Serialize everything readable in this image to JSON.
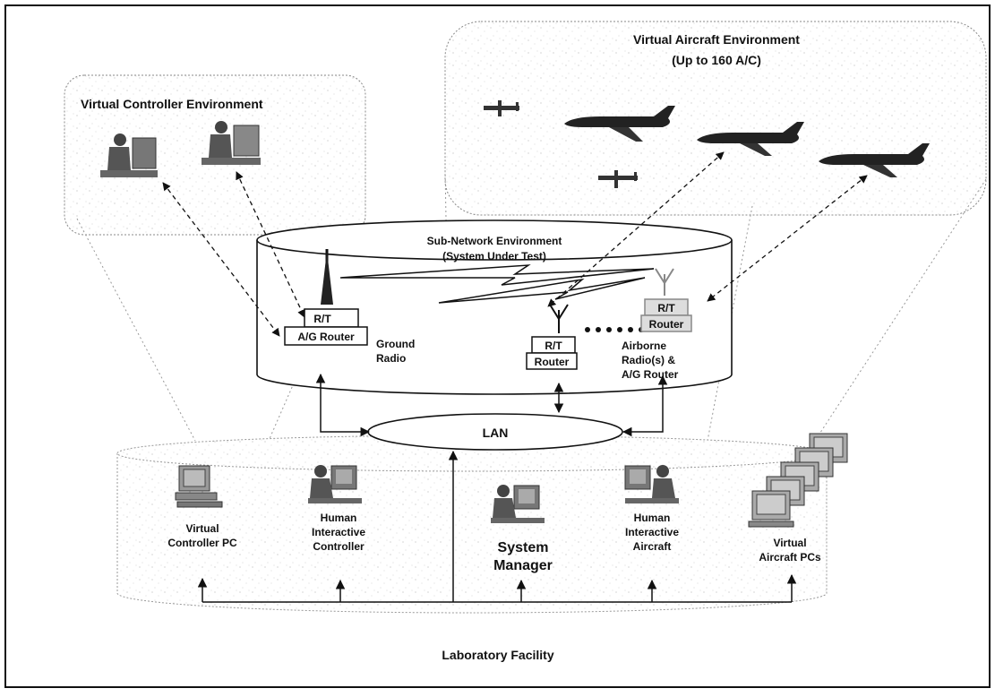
{
  "virtual_controller_env": {
    "title": "Virtual Controller Environment"
  },
  "virtual_aircraft_env": {
    "title": "Virtual Aircraft Environment",
    "subtitle": "(Up to 160 A/C)"
  },
  "subnetwork_env": {
    "title": "Sub-Network Environment",
    "subtitle": "(System Under Test)"
  },
  "ground_radio": {
    "rt": "R/T",
    "router": "A/G Router",
    "label_line1": "Ground",
    "label_line2": "Radio"
  },
  "airborne_radio_1": {
    "rt": "R/T",
    "router": "Router"
  },
  "airborne_radio_2": {
    "rt": "R/T",
    "router": "Router"
  },
  "airborne_label": {
    "line1": "Airborne",
    "line2": "Radio(s) &",
    "line3": "A/G Router"
  },
  "lan": {
    "label": "LAN"
  },
  "lab": {
    "title": "Laboratory Facility",
    "virtual_controller_pc": {
      "line1": "Virtual",
      "line2": "Controller PC"
    },
    "human_interactive_controller": {
      "line1": "Human",
      "line2": "Interactive",
      "line3": "Controller"
    },
    "system_manager": {
      "line1": "System",
      "line2": "Manager"
    },
    "human_interactive_aircraft": {
      "line1": "Human",
      "line2": "Interactive",
      "line3": "Aircraft"
    },
    "virtual_aircraft_pcs": {
      "line1": "Virtual",
      "line2": "Aircraft PCs"
    }
  }
}
